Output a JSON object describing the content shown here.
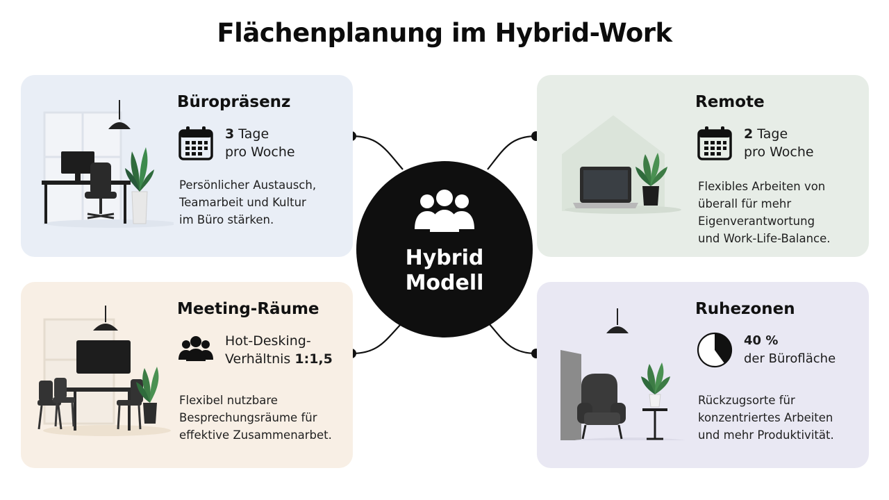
{
  "title": "Flächenplanung im Hybrid-Work",
  "hub": {
    "line1": "Hybrid",
    "line2": "Modell",
    "icon": "group-icon"
  },
  "cards": {
    "office": {
      "title": "Büropräsenz",
      "stat_value": "3",
      "stat_line1_rest": " Tage",
      "stat_line2": "pro Woche",
      "icon": "calendar-icon",
      "desc": [
        "Persönlicher Austausch,",
        "Teamarbeit und Kultur",
        "im Büro stärken."
      ]
    },
    "remote": {
      "title": "Remote",
      "stat_value": "2",
      "stat_line1_rest": " Tage",
      "stat_line2": "pro Woche",
      "icon": "calendar-icon",
      "desc": [
        "Flexibles Arbeiten von",
        "überall für mehr",
        "Eigenverantwortung",
        "und Work-Life-Balance."
      ]
    },
    "meeting": {
      "title": "Meeting-Räume",
      "stat_line1": "Hot-Desking-",
      "stat_line2_text": "Verhältnis ",
      "stat_value": "1:1,5",
      "icon": "people-icon",
      "desc": [
        "Flexibel nutzbare",
        "Besprechungsräume für",
        "effektive Zusammenarbet."
      ]
    },
    "quiet": {
      "title": "Ruhezonen",
      "stat_line1": "40 %",
      "stat_line2": "der Bürofläche",
      "stat_percent": 40,
      "icon": "pie-chart-icon",
      "desc": [
        "Rückzugsorte für",
        "konzentriertes Arbeiten",
        "und mehr Produktivität."
      ]
    }
  }
}
